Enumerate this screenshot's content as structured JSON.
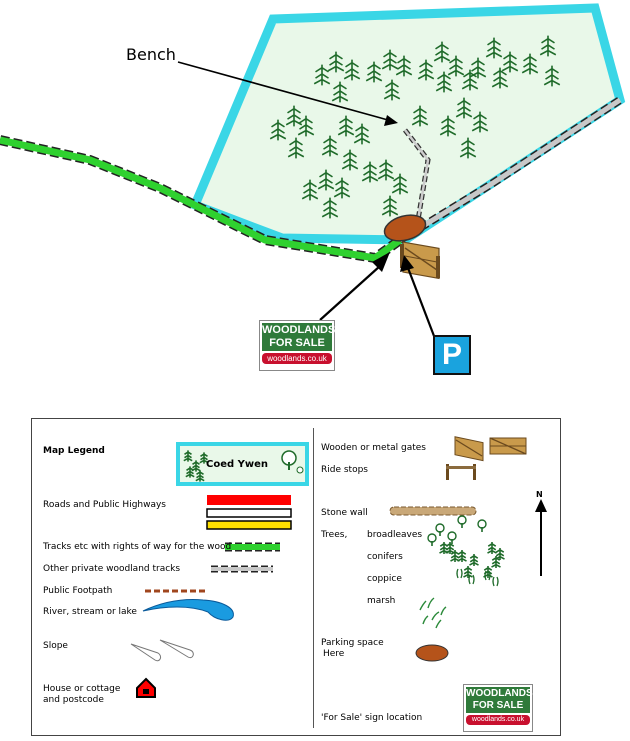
{
  "map": {
    "bench_label": "Bench",
    "parking_sign": "P"
  },
  "sign": {
    "line1": "WOODLANDS",
    "line2": "FOR SALE",
    "url": "woodlands.co.uk"
  },
  "legend": {
    "title": "Map Legend",
    "wood_name": "Coed Ywen",
    "items": {
      "roads": "Roads and Public Highways",
      "tracks_row": "Tracks etc with rights of way for the wood",
      "private_tracks": "Other private woodland tracks",
      "footpath": "Public Footpath",
      "river": "River, stream or lake",
      "slope": "Slope",
      "house_line1": "House or cottage",
      "house_line2": "and postcode",
      "gates": "Wooden or metal gates",
      "ride_stops": "Ride stops",
      "stone_wall": "Stone wall",
      "trees": "Trees,",
      "broadleaves": "broadleaves",
      "conifers": "conifers",
      "coppice": "coppice",
      "marsh": "marsh",
      "parking_line1": "Parking space",
      "parking_line2": "Here",
      "for_sale": "'For Sale'  sign location"
    },
    "north": "N"
  },
  "colors": {
    "wood_fill": "#e9f8e9",
    "wood_border": "#3ad6e6",
    "track_green": "#2fd12f",
    "conifer": "#1f6b2a",
    "parking": "#b5531a",
    "road_red": "#ff0000",
    "road_yellow": "#ffe000",
    "sign_green": "#2f7a3a",
    "sign_red": "#c8102e",
    "parking_blue": "#1aa3de"
  }
}
